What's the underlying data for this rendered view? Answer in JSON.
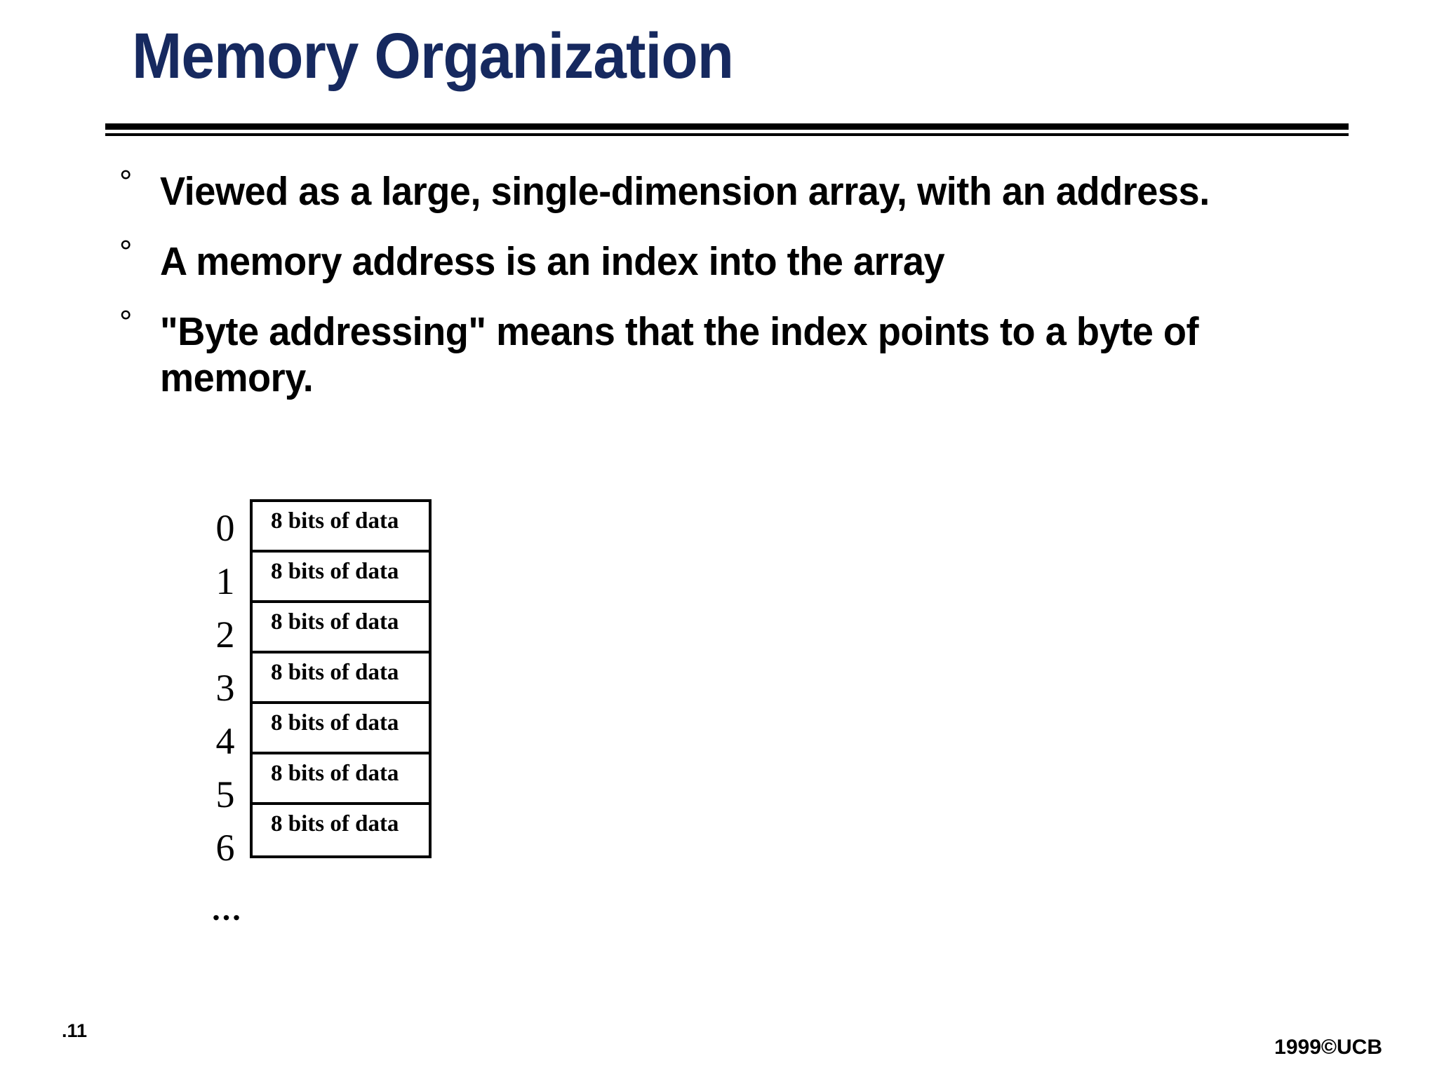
{
  "slide": {
    "title": "Memory Organization",
    "title_color": "#16295f",
    "background_color": "#ffffff",
    "text_color": "#000000"
  },
  "bullets": [
    {
      "marker": "°",
      "text": "Viewed as a large, single-dimension array, with an address."
    },
    {
      "marker": "°",
      "text": "A memory address is an index into the array"
    },
    {
      "marker": "°",
      "text": "\"Byte addressing\" means that the index points to a byte of memory."
    }
  ],
  "memory_table": {
    "rows": [
      {
        "index": "0",
        "cell": "8 bits of data"
      },
      {
        "index": "1",
        "cell": "8 bits of data"
      },
      {
        "index": "2",
        "cell": "8 bits of data"
      },
      {
        "index": "3",
        "cell": "8 bits of data"
      },
      {
        "index": "4",
        "cell": "8 bits of data"
      },
      {
        "index": "5",
        "cell": "8 bits of data"
      },
      {
        "index": "6",
        "cell": "8 bits of data"
      }
    ],
    "ellipsis": "..."
  },
  "footer": {
    "page_number": ".11",
    "copyright": "1999©UCB"
  }
}
